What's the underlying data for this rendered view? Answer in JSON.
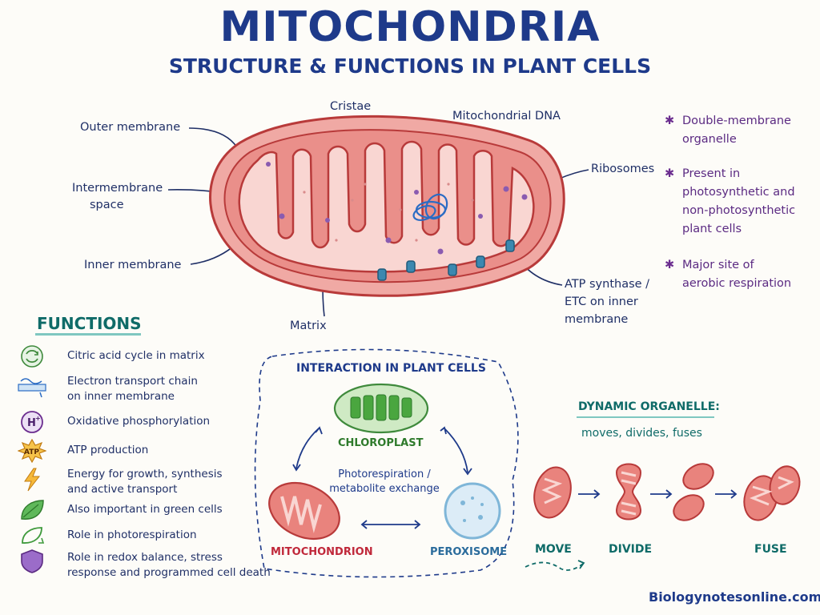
{
  "header": {
    "title": "MITOCHONDRIA",
    "subtitle": "STRUCTURE & FUNCTIONS IN PLANT CELLS"
  },
  "structure_labels": {
    "outer_membrane": "Outer membrane",
    "intermembrane_space_1": "Intermembrane",
    "intermembrane_space_2": "space",
    "inner_membrane": "Inner membrane",
    "cristae": "Cristae",
    "mitochondrial_dna": "Mitochondrial DNA",
    "ribosomes": "Ribosomes",
    "matrix": "Matrix",
    "atp_synthase_1": "ATP synthase /",
    "atp_synthase_2": "ETC on inner",
    "atp_synthase_3": "membrane"
  },
  "facts": [
    {
      "line1": "Double-membrane",
      "line2": "organelle",
      "line3": ""
    },
    {
      "line1": "Present in",
      "line2": "photosynthetic and",
      "line3": "non-photosynthetic",
      "line4": "plant cells"
    },
    {
      "line1": "Major site of",
      "line2": "aerobic respiration"
    }
  ],
  "functions": {
    "title": "FUNCTIONS",
    "items": [
      {
        "line1": "Citric acid cycle in matrix",
        "line2": ""
      },
      {
        "line1": "Electron transport chain",
        "line2": "on inner membrane"
      },
      {
        "line1": "Oxidative phosphorylation",
        "line2": ""
      },
      {
        "line1": "ATP production",
        "line2": ""
      },
      {
        "line1": "Energy for growth, synthesis",
        "line2": "and active transport"
      },
      {
        "line1": "Also important in green cells",
        "line2": ""
      },
      {
        "line1": "Role in photorespiration",
        "line2": ""
      },
      {
        "line1": "Role in redox balance, stress",
        "line2": "response and programmed cell death"
      }
    ],
    "icon_labels": {
      "h_plus": "H",
      "h_plus_sup": "+",
      "atp": "ATP"
    }
  },
  "interaction": {
    "title": "INTERACTION IN PLANT CELLS",
    "chloroplast": "CHLOROPLAST",
    "mitochondrion": "MITOCHONDRION",
    "peroxisome": "PEROXISOME",
    "center_1": "Photorespiration /",
    "center_2": "metabolite exchange"
  },
  "dynamic": {
    "title": "DYNAMIC ORGANELLE:",
    "subtitle": "moves, divides, fuses",
    "stages": [
      "MOVE",
      "DIVIDE",
      "FUSE"
    ]
  },
  "footer": {
    "website": "Biologynotesonline.com"
  },
  "colors": {
    "navy": "#1e3a8a",
    "teal": "#0f6b68",
    "purple": "#5b2a82",
    "mito_red": "#c94545",
    "mito_fill": "#f6c9c4",
    "chloroplast_green": "#3f9a3c",
    "peroxisome_blue": "#7fb6d8"
  }
}
